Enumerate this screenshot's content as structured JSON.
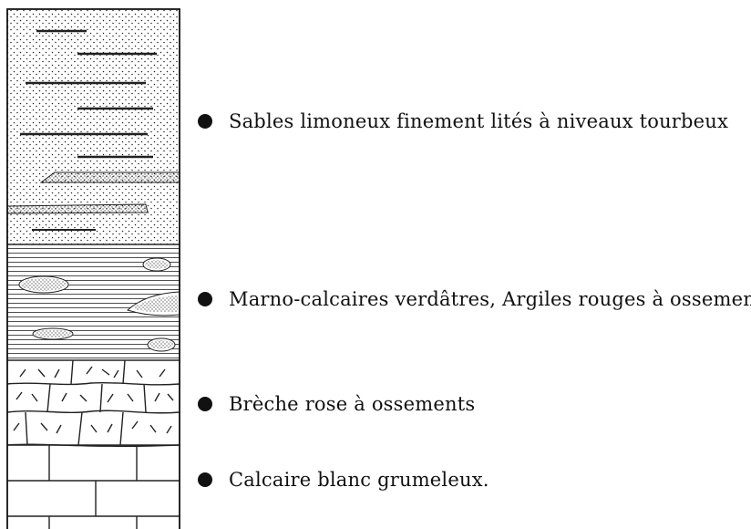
{
  "legend": [
    {
      "key": "sables",
      "label": "Sables limoneux finement lités à niveaux tourbeux"
    },
    {
      "key": "marno",
      "label": "Marno-calcaires verdâtres, Argiles rouges à ossements"
    },
    {
      "key": "breche",
      "label": "Brèche rose à ossements"
    },
    {
      "key": "calcaire",
      "label": "Calcaire blanc grumeleux."
    }
  ],
  "layers": [
    {
      "key": "sables",
      "pattern": "stippled-sand-with-laminae"
    },
    {
      "key": "marno",
      "pattern": "horizontal-lines-with-lenses"
    },
    {
      "key": "breche",
      "pattern": "irregular-blocks-with-dashes"
    },
    {
      "key": "calcaire",
      "pattern": "brick-blocks"
    }
  ],
  "colors": {
    "ink": "#111111",
    "background": "#ffffff"
  }
}
